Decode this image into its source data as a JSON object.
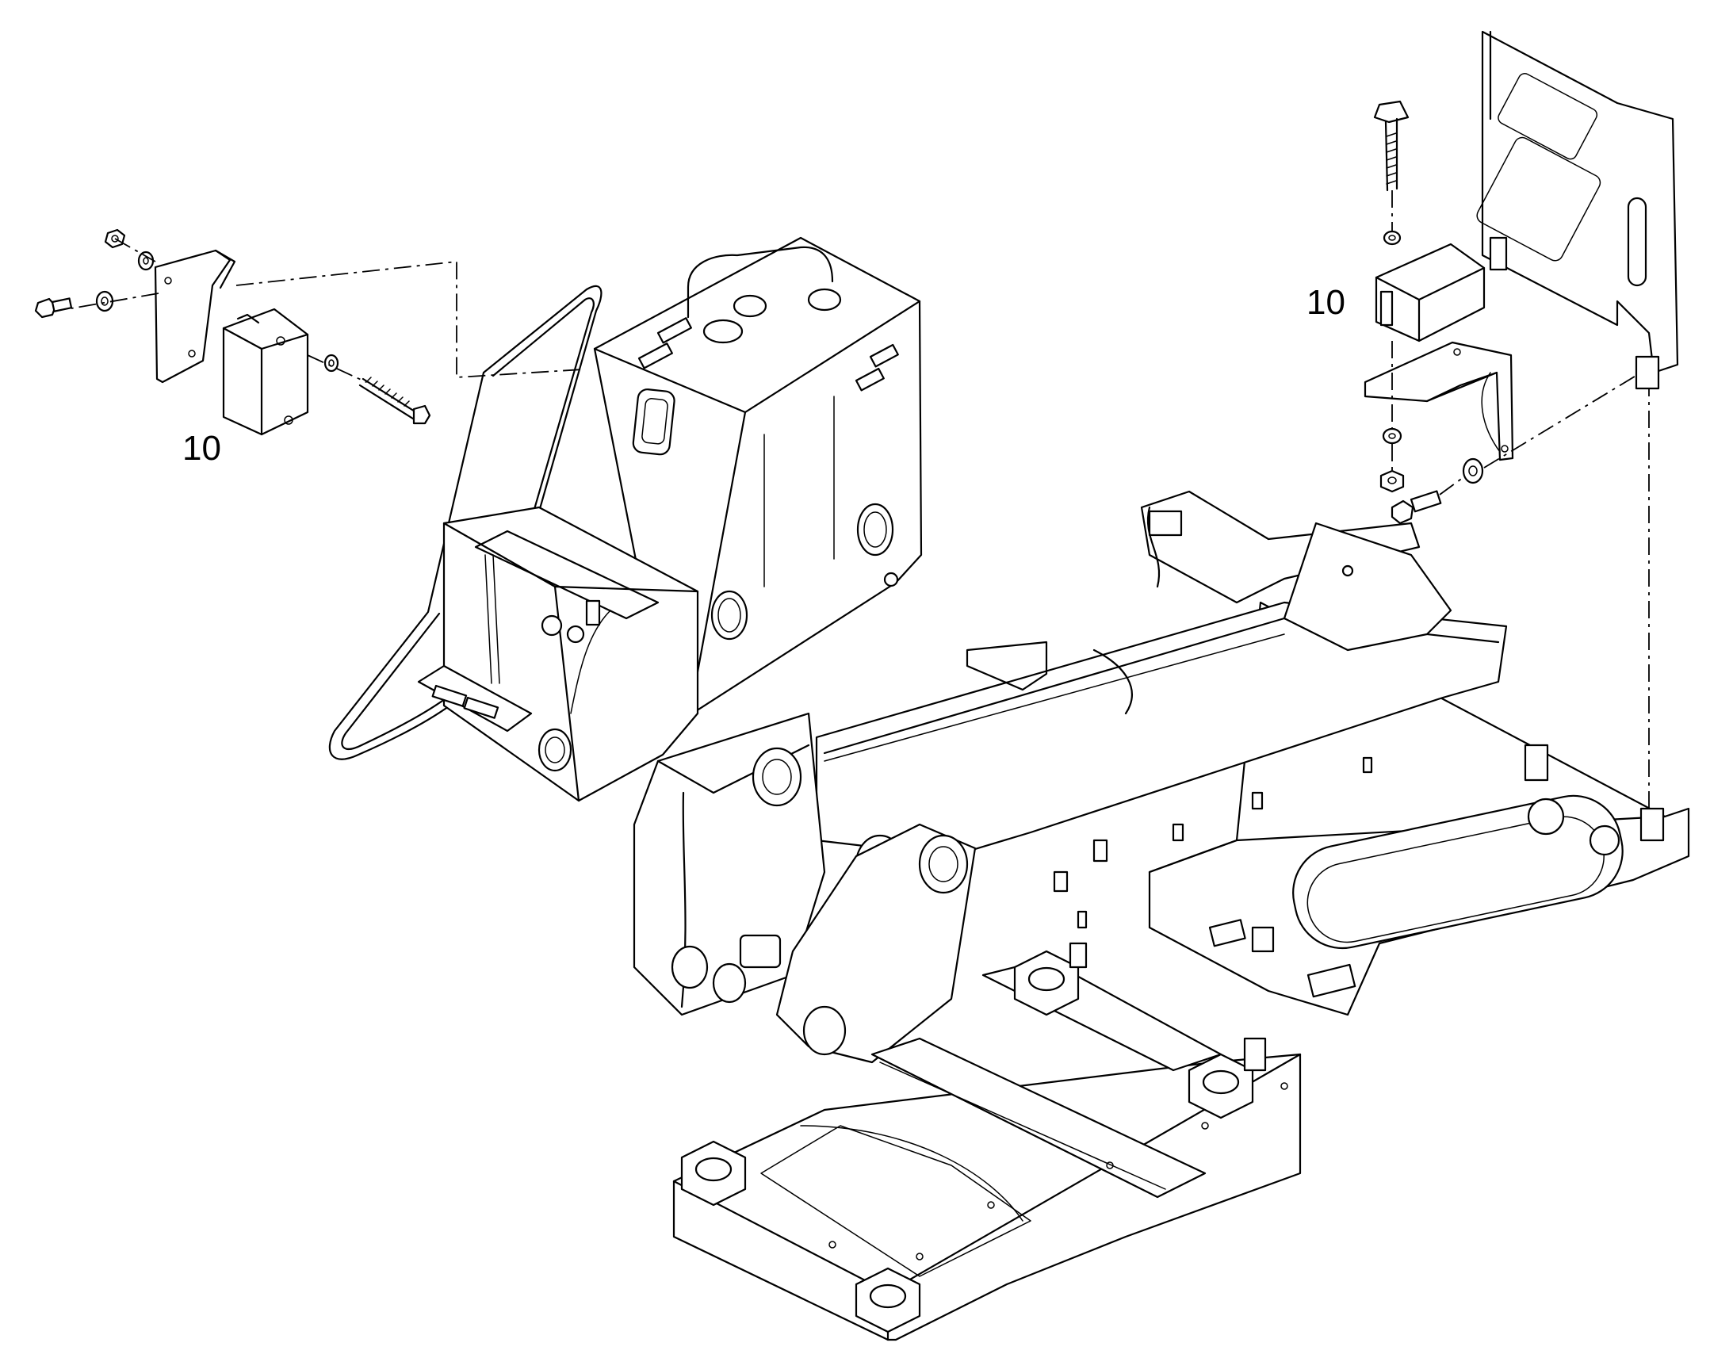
{
  "callouts": [
    {
      "id": "left",
      "label": "10"
    },
    {
      "id": "right",
      "label": "10"
    }
  ],
  "icons": [
    "fastener-icon",
    "bolt-icon",
    "washer-icon",
    "nut-icon"
  ]
}
